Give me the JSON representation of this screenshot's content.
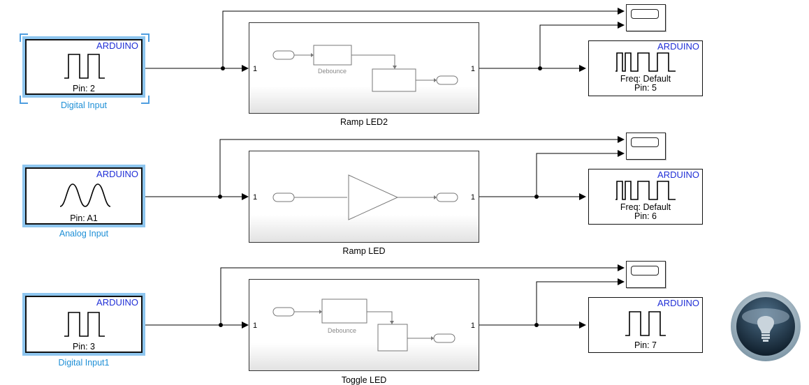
{
  "rows": [
    {
      "input": {
        "tag": "ARDUINO",
        "pin": "Pin: 2",
        "caption": "Digital Input",
        "kind": "digital-input"
      },
      "subsystem": {
        "in_port": "1",
        "out_port": "1",
        "caption": "Ramp LED2",
        "inner_label": "Debounce"
      },
      "output": {
        "tag": "ARDUINO",
        "line1": "Freq: Default",
        "line2": "Pin: 5",
        "kind": "pwm-output"
      }
    },
    {
      "input": {
        "tag": "ARDUINO",
        "pin": "Pin: A1",
        "caption": "Analog Input",
        "kind": "analog-input"
      },
      "subsystem": {
        "in_port": "1",
        "out_port": "1",
        "caption": "Ramp LED",
        "inner_label": ""
      },
      "output": {
        "tag": "ARDUINO",
        "line1": "Freq: Default",
        "line2": "Pin: 6",
        "kind": "pwm-output"
      }
    },
    {
      "input": {
        "tag": "ARDUINO",
        "pin": "Pin: 3",
        "caption": "Digital Input1",
        "kind": "digital-input"
      },
      "subsystem": {
        "in_port": "1",
        "out_port": "1",
        "caption": "Toggle LED",
        "inner_label": "Debounce"
      },
      "output": {
        "tag": "ARDUINO",
        "line1": "",
        "line2": "Pin: 7",
        "kind": "digital-output"
      }
    }
  ],
  "colors": {
    "arduino_tag": "#1f2ed6",
    "caption": "#1e8fd6",
    "selection": "#8ec6ef"
  }
}
